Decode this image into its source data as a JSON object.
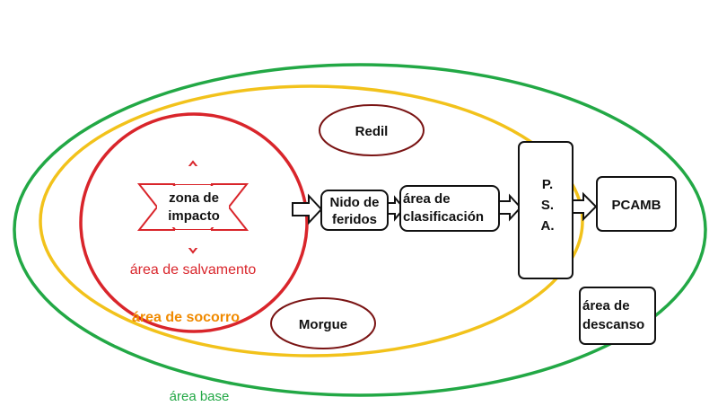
{
  "zones": {
    "base": "área base",
    "socorro": "área de socorro",
    "salvamento": "área de salvamento",
    "impacto": [
      "zona de",
      "impacto"
    ]
  },
  "nodes": {
    "redil": "Redil",
    "morgue": "Morgue",
    "nido": [
      "Nido de",
      "feridos"
    ],
    "clasificacion": [
      "área de",
      "clasificación"
    ],
    "psa": [
      "P.",
      "S.",
      "A."
    ],
    "pcamb": "PCAMB",
    "descanso": [
      "área de",
      "descanso"
    ]
  },
  "colors": {
    "base": "#22a845",
    "socorro": "#f2c21b",
    "socorro_label": "#f08a00",
    "salvamento": "#d9252b",
    "node_ellipse": "#7a1414"
  }
}
